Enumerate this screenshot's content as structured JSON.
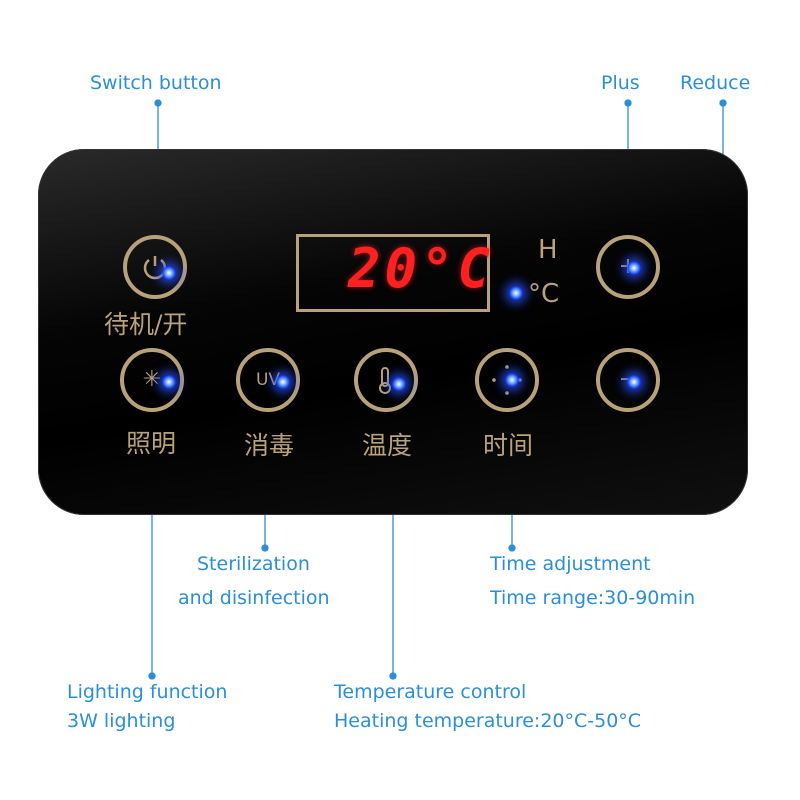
{
  "display": {
    "value": "20°C"
  },
  "indicators": {
    "h": "H",
    "celsius": "°C"
  },
  "buttons": {
    "power": {
      "label": "待机/开"
    },
    "lighting": {
      "label": "照明"
    },
    "sterilize": {
      "label": "消毒",
      "icon_text": "UV"
    },
    "temperature": {
      "label": "温度"
    },
    "time": {
      "label": "时间"
    }
  },
  "callouts": {
    "switch": "Switch button",
    "plus": "Plus",
    "reduce": "Reduce",
    "sterilization_1": "Sterilization",
    "sterilization_2": "and disinfection",
    "time_1": "Time adjustment",
    "time_2": "Time range:30-90min",
    "lighting_1": "Lighting function",
    "lighting_2": "3W lighting",
    "temperature_1": "Temperature control",
    "temperature_2": "Heating temperature:20°C-50°C"
  },
  "colors": {
    "callout": "#2b8fd6",
    "panel": "#000000",
    "gold": "#b9a27a",
    "digits": "#ff2020",
    "led": "#1a47ff"
  }
}
